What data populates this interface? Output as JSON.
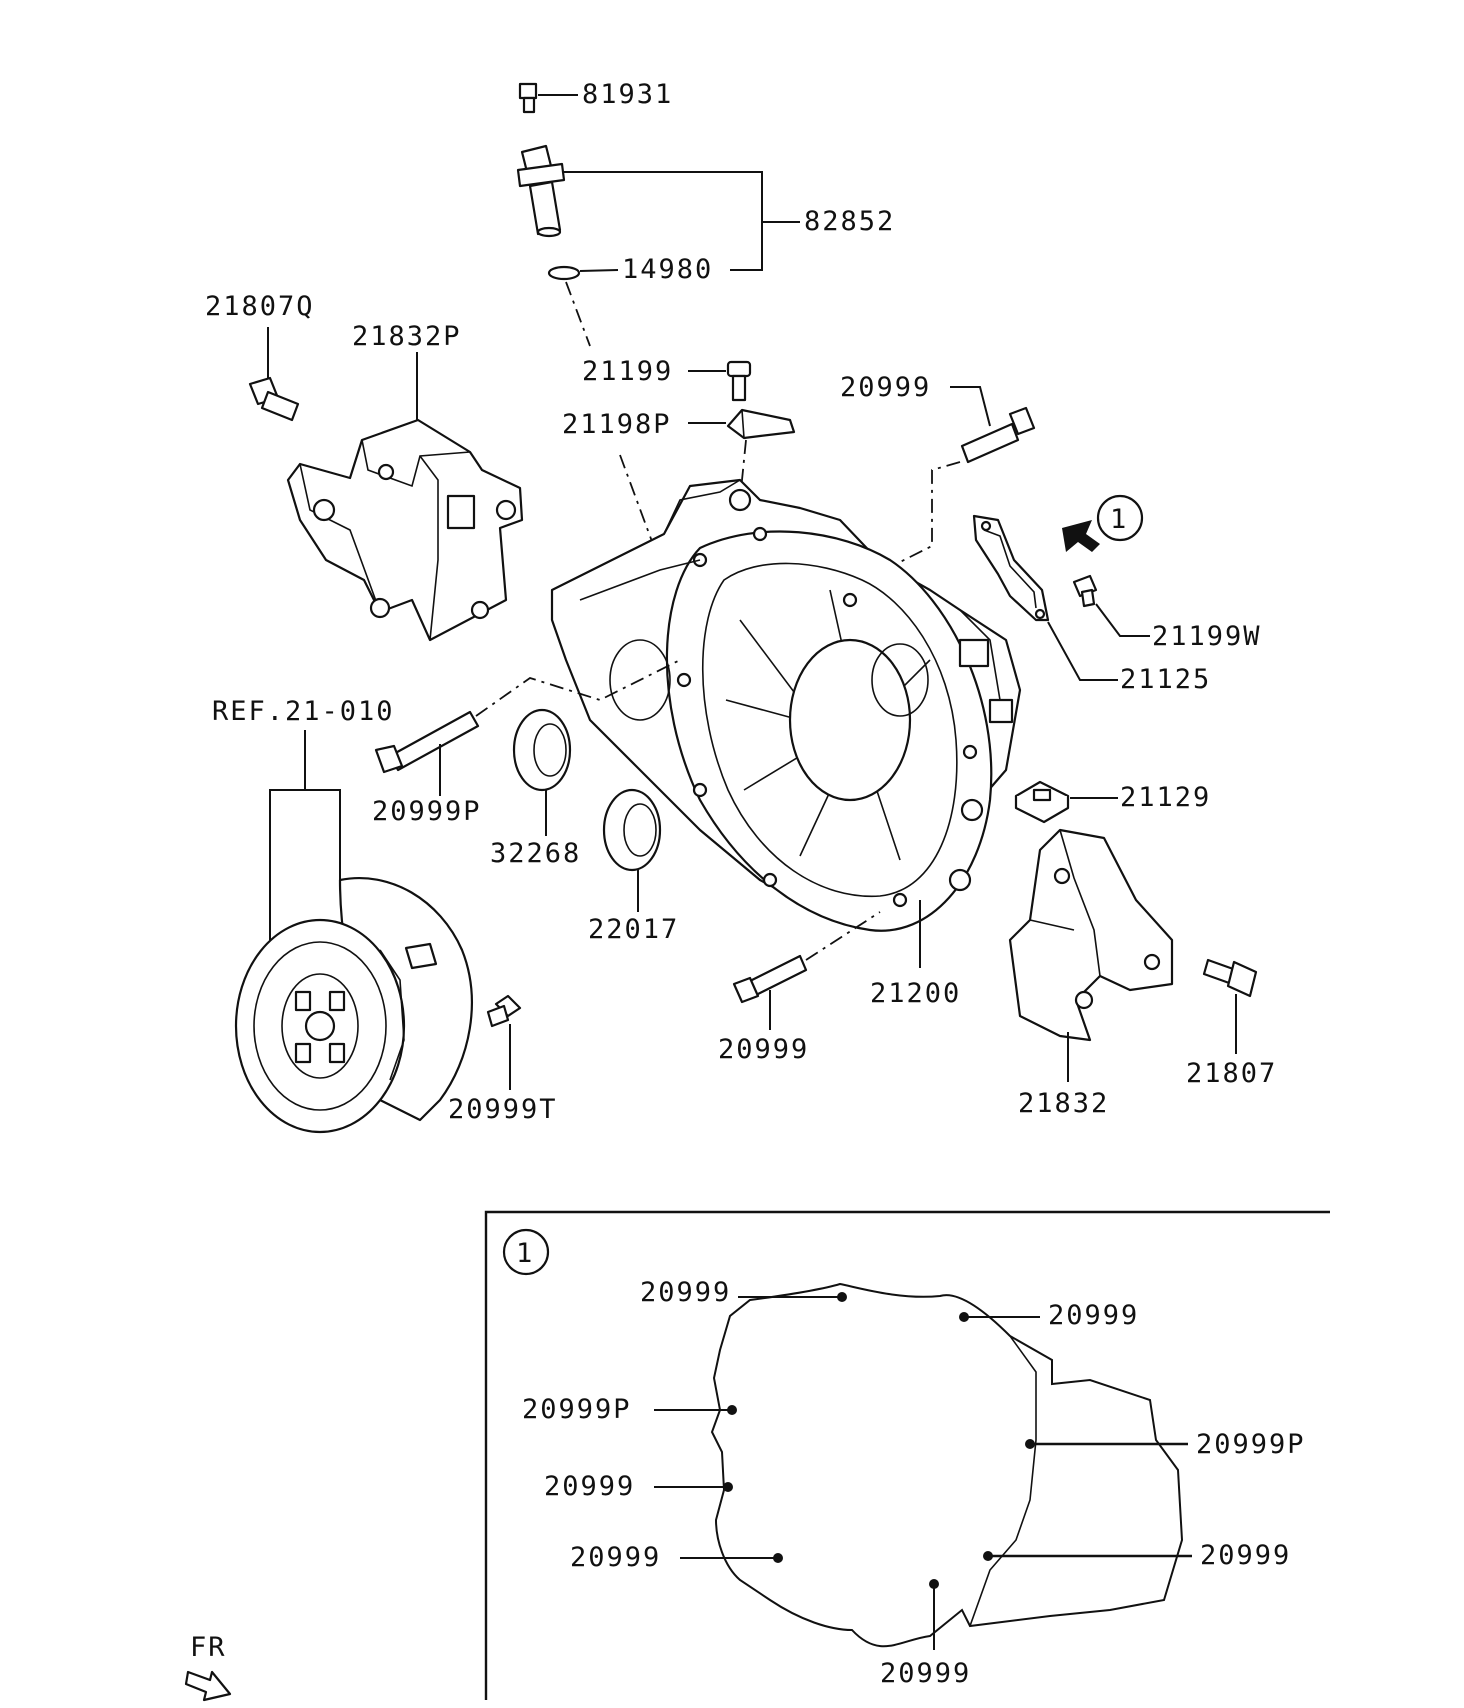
{
  "callouts": {
    "p81931": "81931",
    "p82852": "82852",
    "p14980": "14980",
    "p21807q": "21807Q",
    "p21832p": "21832P",
    "p21199": "21199",
    "p21198p": "21198P",
    "p20999_top": "20999",
    "p21199w": "21199W",
    "p21125": "21125",
    "ref": "REF.21-010",
    "p20999p": "20999P",
    "p32268": "32268",
    "p21129": "21129",
    "p22017": "22017",
    "p21200": "21200",
    "p20999_bottom": "20999",
    "p21832": "21832",
    "p21807": "21807",
    "p20999t": "20999T"
  },
  "markers": {
    "view_marker": "1",
    "inset_marker": "1",
    "direction": "FR"
  },
  "inset_callouts": {
    "top_left": "20999",
    "top_right": "20999",
    "left_upper": "20999P",
    "right_middle": "20999P",
    "left_middle": "20999",
    "left_lower": "20999",
    "right_lower": "20999",
    "bottom": "20999"
  }
}
